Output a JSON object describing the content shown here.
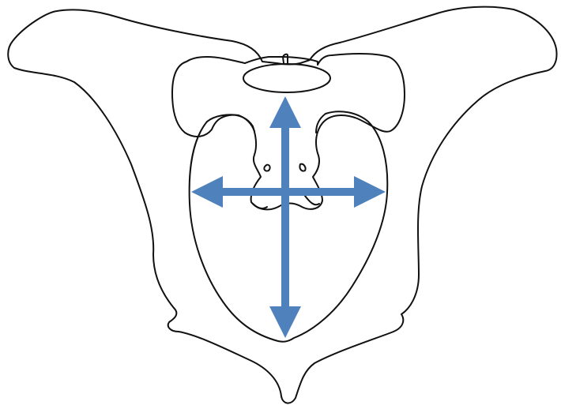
{
  "diagram": {
    "subject": "pelvis-outline",
    "measurements": [
      {
        "id": "transverse",
        "orientation": "horizontal",
        "ends": "double-arrow"
      },
      {
        "id": "conjugate",
        "orientation": "vertical",
        "ends": "double-arrow"
      }
    ]
  },
  "colors": {
    "background": "#ffffff",
    "outline": "#111111",
    "arrow": "#4f81bd"
  }
}
